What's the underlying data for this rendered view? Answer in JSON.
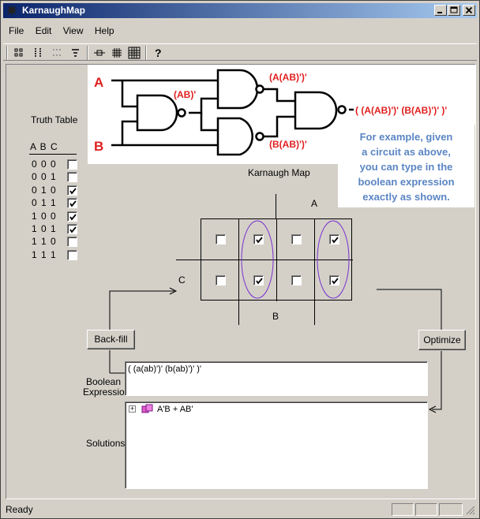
{
  "window": {
    "title": "KarnaughMap",
    "min_label": "_",
    "max_label": "□",
    "close_label": "✕"
  },
  "menu": [
    {
      "label": "File"
    },
    {
      "label": "Edit"
    },
    {
      "label": "View"
    },
    {
      "label": "Help"
    }
  ],
  "toolbar": {
    "icons": [
      "grid-4-icon",
      "truth-table-icon",
      "dots-icon",
      "filter-icon",
      "gate-icon",
      "grid-icon",
      "kmap-grid-icon",
      "help-icon"
    ]
  },
  "truth_table": {
    "title": "Truth Table",
    "header": "A B C",
    "rows": [
      {
        "label": "0 0 0",
        "checked": false
      },
      {
        "label": "0 0 1",
        "checked": false
      },
      {
        "label": "0 1 0",
        "checked": true
      },
      {
        "label": "0 1 1",
        "checked": true
      },
      {
        "label": "1 0 0",
        "checked": true
      },
      {
        "label": "1 0 1",
        "checked": true
      },
      {
        "label": "1 1 0",
        "checked": false
      },
      {
        "label": "1 1 1",
        "checked": false
      }
    ]
  },
  "circuit": {
    "input_a": "A",
    "input_b": "B",
    "gate1_label": "(AB)'",
    "gate2_label": "(A(AB)')'",
    "gate3_label": "(B(AB)')'",
    "output_label": "( (A(AB)')' (B(AB)')' )'"
  },
  "note": {
    "lines": [
      "For example, given",
      "a circuit as above,",
      "you can type in the",
      "boolean expression",
      "exactly as shown."
    ]
  },
  "kmap": {
    "title": "Karnaugh Map",
    "label_a": "A",
    "label_b": "B",
    "label_c": "C",
    "rows": [
      [
        false,
        true,
        false,
        true
      ],
      [
        false,
        true,
        false,
        true
      ]
    ]
  },
  "buttons": {
    "backfill": "Back-fill",
    "optimize": "Optimize"
  },
  "expression": {
    "label_line1": "Boolean",
    "label_line2": "Expression",
    "value": "( (a(ab)')' (b(ab)')' )'"
  },
  "solutions": {
    "label": "Solutions",
    "items": [
      {
        "expand": "+",
        "text": "A'B + AB'"
      }
    ]
  },
  "status": {
    "text": "Ready"
  },
  "colors": {
    "circuit_red": "#e02020",
    "note_blue": "#5b86c4",
    "ellipse": "#7a30d0"
  }
}
